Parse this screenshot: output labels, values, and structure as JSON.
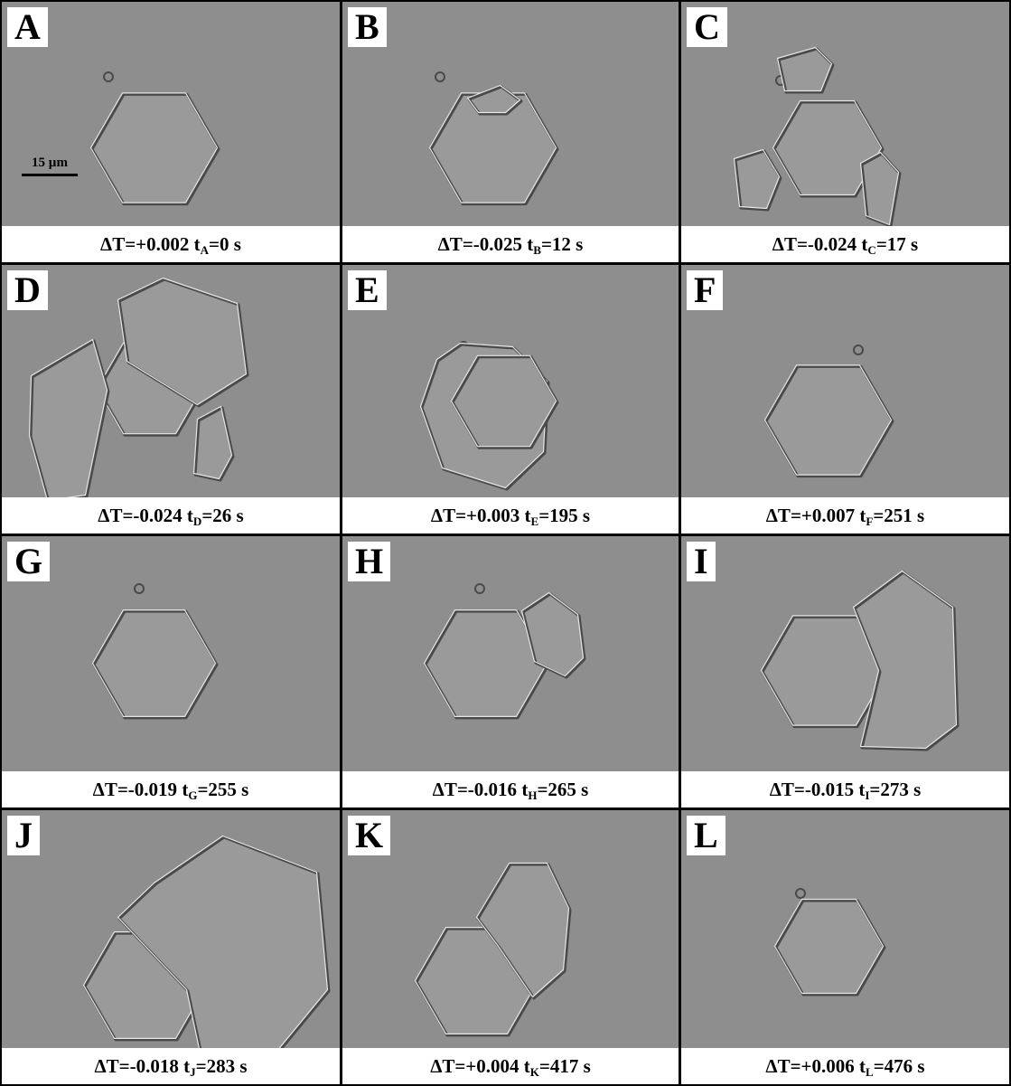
{
  "panels": [
    {
      "letter": "A",
      "dt": "ΔT=+0.002",
      "t_sub": "A",
      "t_val": "=0 s"
    },
    {
      "letter": "B",
      "dt": "ΔT=-0.025",
      "t_sub": "B",
      "t_val": "=12 s"
    },
    {
      "letter": "C",
      "dt": "ΔT=-0.024",
      "t_sub": "C",
      "t_val": "=17 s"
    },
    {
      "letter": "D",
      "dt": "ΔT=-0.024",
      "t_sub": "D",
      "t_val": "=26 s"
    },
    {
      "letter": "E",
      "dt": "ΔT=+0.003",
      "t_sub": "E",
      "t_val": "=195 s"
    },
    {
      "letter": "F",
      "dt": "ΔT=+0.007",
      "t_sub": "F",
      "t_val": "=251 s"
    },
    {
      "letter": "G",
      "dt": "ΔT=-0.019",
      "t_sub": "G",
      "t_val": "=255 s"
    },
    {
      "letter": "H",
      "dt": "ΔT=-0.016",
      "t_sub": "H",
      "t_val": "=265 s"
    },
    {
      "letter": "I",
      "dt": "ΔT=-0.015",
      "t_sub": "I",
      "t_val": "=273 s"
    },
    {
      "letter": "J",
      "dt": "ΔT=-0.018",
      "t_sub": "J",
      "t_val": "=283 s"
    },
    {
      "letter": "K",
      "dt": "ΔT=+0.004",
      "t_sub": "K",
      "t_val": "=417 s"
    },
    {
      "letter": "L",
      "dt": "ΔT=+0.006",
      "t_sub": "L",
      "t_val": "=476 s"
    }
  ],
  "scalebar": {
    "label": "15 µm"
  },
  "colors": {
    "background": "#8e8e8e",
    "crystal": "#9a9a9a",
    "edge_light": "#e6e6e6",
    "edge_dark": "#4a4a4a",
    "frame": "#000000"
  }
}
